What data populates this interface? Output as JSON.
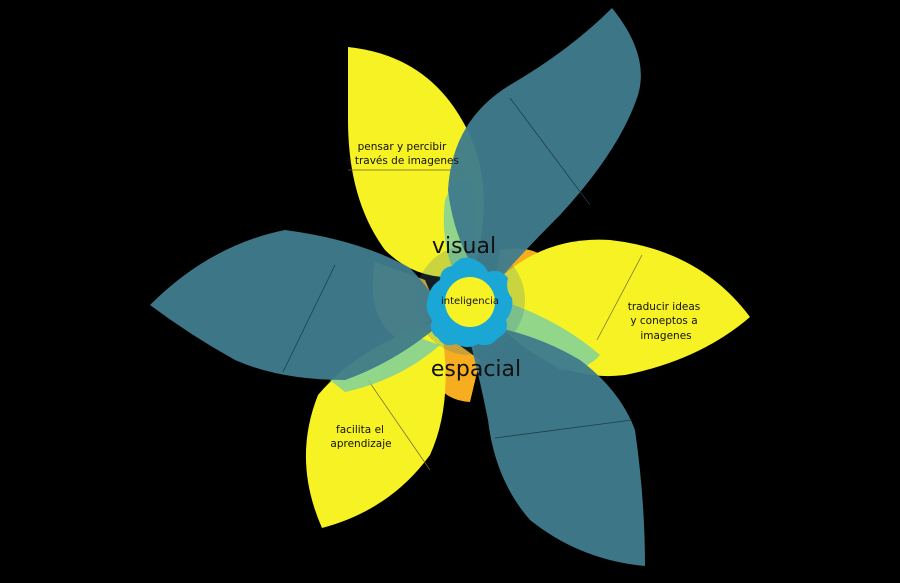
{
  "diagram": {
    "center_label": "inteligencia",
    "word_top": "visual",
    "word_bottom": "espacial",
    "petal_labels": {
      "top_left": [
        "pensar y percibir",
        "a través de imagenes"
      ],
      "right": [
        "traducir ideas",
        "y coneptos a",
        "imagenes"
      ],
      "bottom_left": [
        "facilita el",
        "aprendizaje"
      ]
    }
  },
  "colors": {
    "background": "#000000",
    "yellow": "#f7f224",
    "teal": "#3f7c8c",
    "orange": "#f6ad1f",
    "light_green": "#7fd19b",
    "blue": "#1aa7d6",
    "inner_yellow": "#f7f224"
  }
}
